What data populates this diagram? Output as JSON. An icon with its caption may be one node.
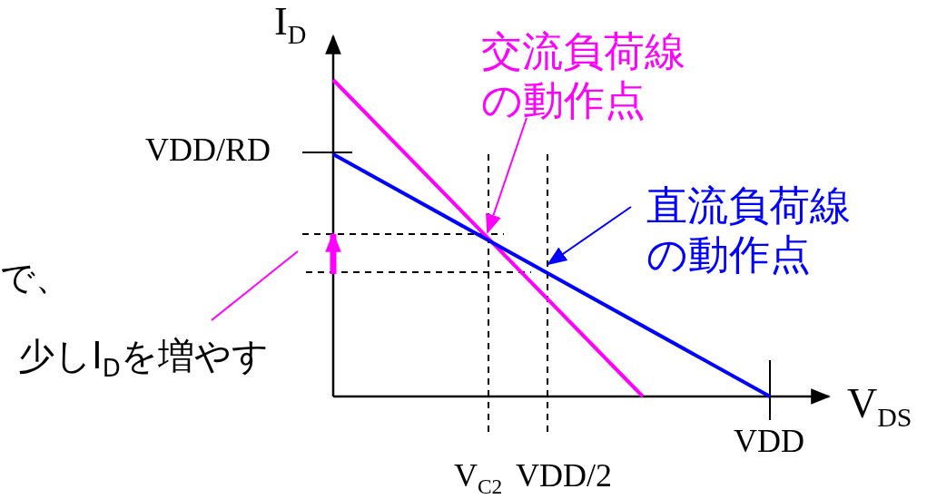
{
  "diagram": {
    "nodes": [
      {
        "text": [
          "交流負荷線の動作点"
        ]
      },
      {
        "text": [
          "直流負荷線の動作点"
        ]
      },
      {
        "text": [
          "少しI$_{D}$を増やす"
        ]
      }
    ],
    "edges": [
      {
        "from": 0,
        "to": null,
        "arrow": "to",
        "color": "#ff00ff"
      },
      {
        "from": 1,
        "to": null,
        "arrow": "to",
        "color": "#0000ff"
      },
      {
        "from": 2,
        "to": null,
        "arrow": "none",
        "color": "#ff00ff"
      }
    ],
    "labels": [
      "I$_{D}$",
      "VDD/RD",
      "で、",
      "V$_{DS}$",
      "VDD",
      "V$_{C2}$",
      "VDD/2"
    ]
  }
}
